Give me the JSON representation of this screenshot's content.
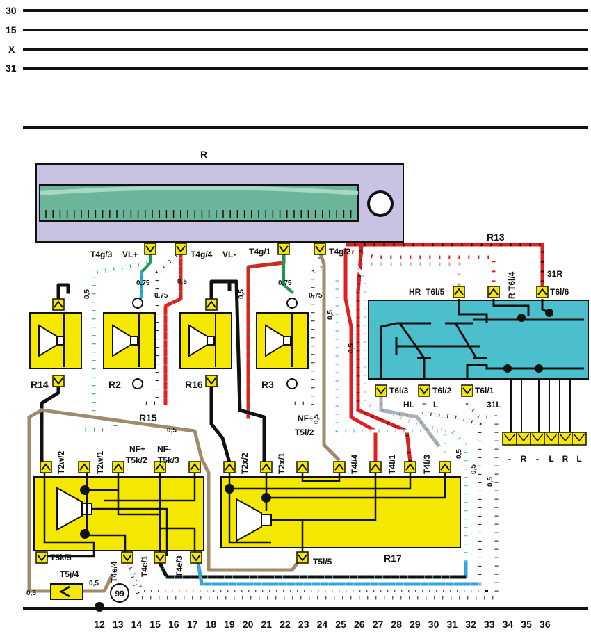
{
  "bus_labels": [
    "30",
    "15",
    "X",
    "31"
  ],
  "radio": {
    "label": "R"
  },
  "components": {
    "r13": "R13",
    "r14": "R14",
    "r2": "R2",
    "r16": "R16",
    "r3": "R3",
    "r15": "R15",
    "r17": "R17",
    "r31r": "31R"
  },
  "connectors": {
    "t4g3": "T4g/3",
    "t4g4": "T4g/4",
    "t4g1": "T4g/1",
    "t4g2": "T4g/2",
    "vlp": "VL+",
    "vlm": "VL-",
    "hr": "HR",
    "t6l5": "T6l/5",
    "r": "R",
    "t6l4": "T6l/4",
    "t6l6": "T6l/6",
    "t6l3": "T6l/3",
    "t6l2": "T6l/2",
    "t6l1": "T6l/1",
    "hl": "HL",
    "l": "L",
    "l31": "31L",
    "nfp": "NF+",
    "nfm": "NF-",
    "t5l2": "T5l/2",
    "t2w2": "T2w/2",
    "t2w1": "T2w/1",
    "t5k2": "T5k/2",
    "t5k3": "T5k/3",
    "t2x2": "T2x/2",
    "t2x1": "T2x/1",
    "t4f4": "T4f/4",
    "t4f1": "T4f/1",
    "t4f3": "T4f/3",
    "t5l5": "T5l/5",
    "t5k5": "T5k/5",
    "t4e4": "T4e/4",
    "t4e1": "T4e/1",
    "t4e3": "T4e/3",
    "t5j4": "T5j/4"
  },
  "wire_sizes": {
    "w05": "0,5",
    "w075": "0,75"
  },
  "ground": "99",
  "terminals": [
    "-",
    "R",
    "-",
    "L",
    "R",
    "L"
  ],
  "columns": [
    "12",
    "13",
    "14",
    "15",
    "16",
    "17",
    "18",
    "19",
    "20",
    "21",
    "22",
    "23",
    "24",
    "25",
    "26",
    "27",
    "28",
    "29",
    "30",
    "31",
    "32",
    "33",
    "34",
    "35",
    "36"
  ],
  "colors": {
    "speaker": "#f5e800",
    "radio_body": "#c8c3e3",
    "display": "#6db59a",
    "switch_box": "#4cbfcc",
    "wire_brown": "#a08a6a",
    "wire_green": "#1a9a4a",
    "wire_red": "#e02020",
    "wire_blue": "#2aa8e0",
    "wire_grey": "#b0b0b0"
  }
}
